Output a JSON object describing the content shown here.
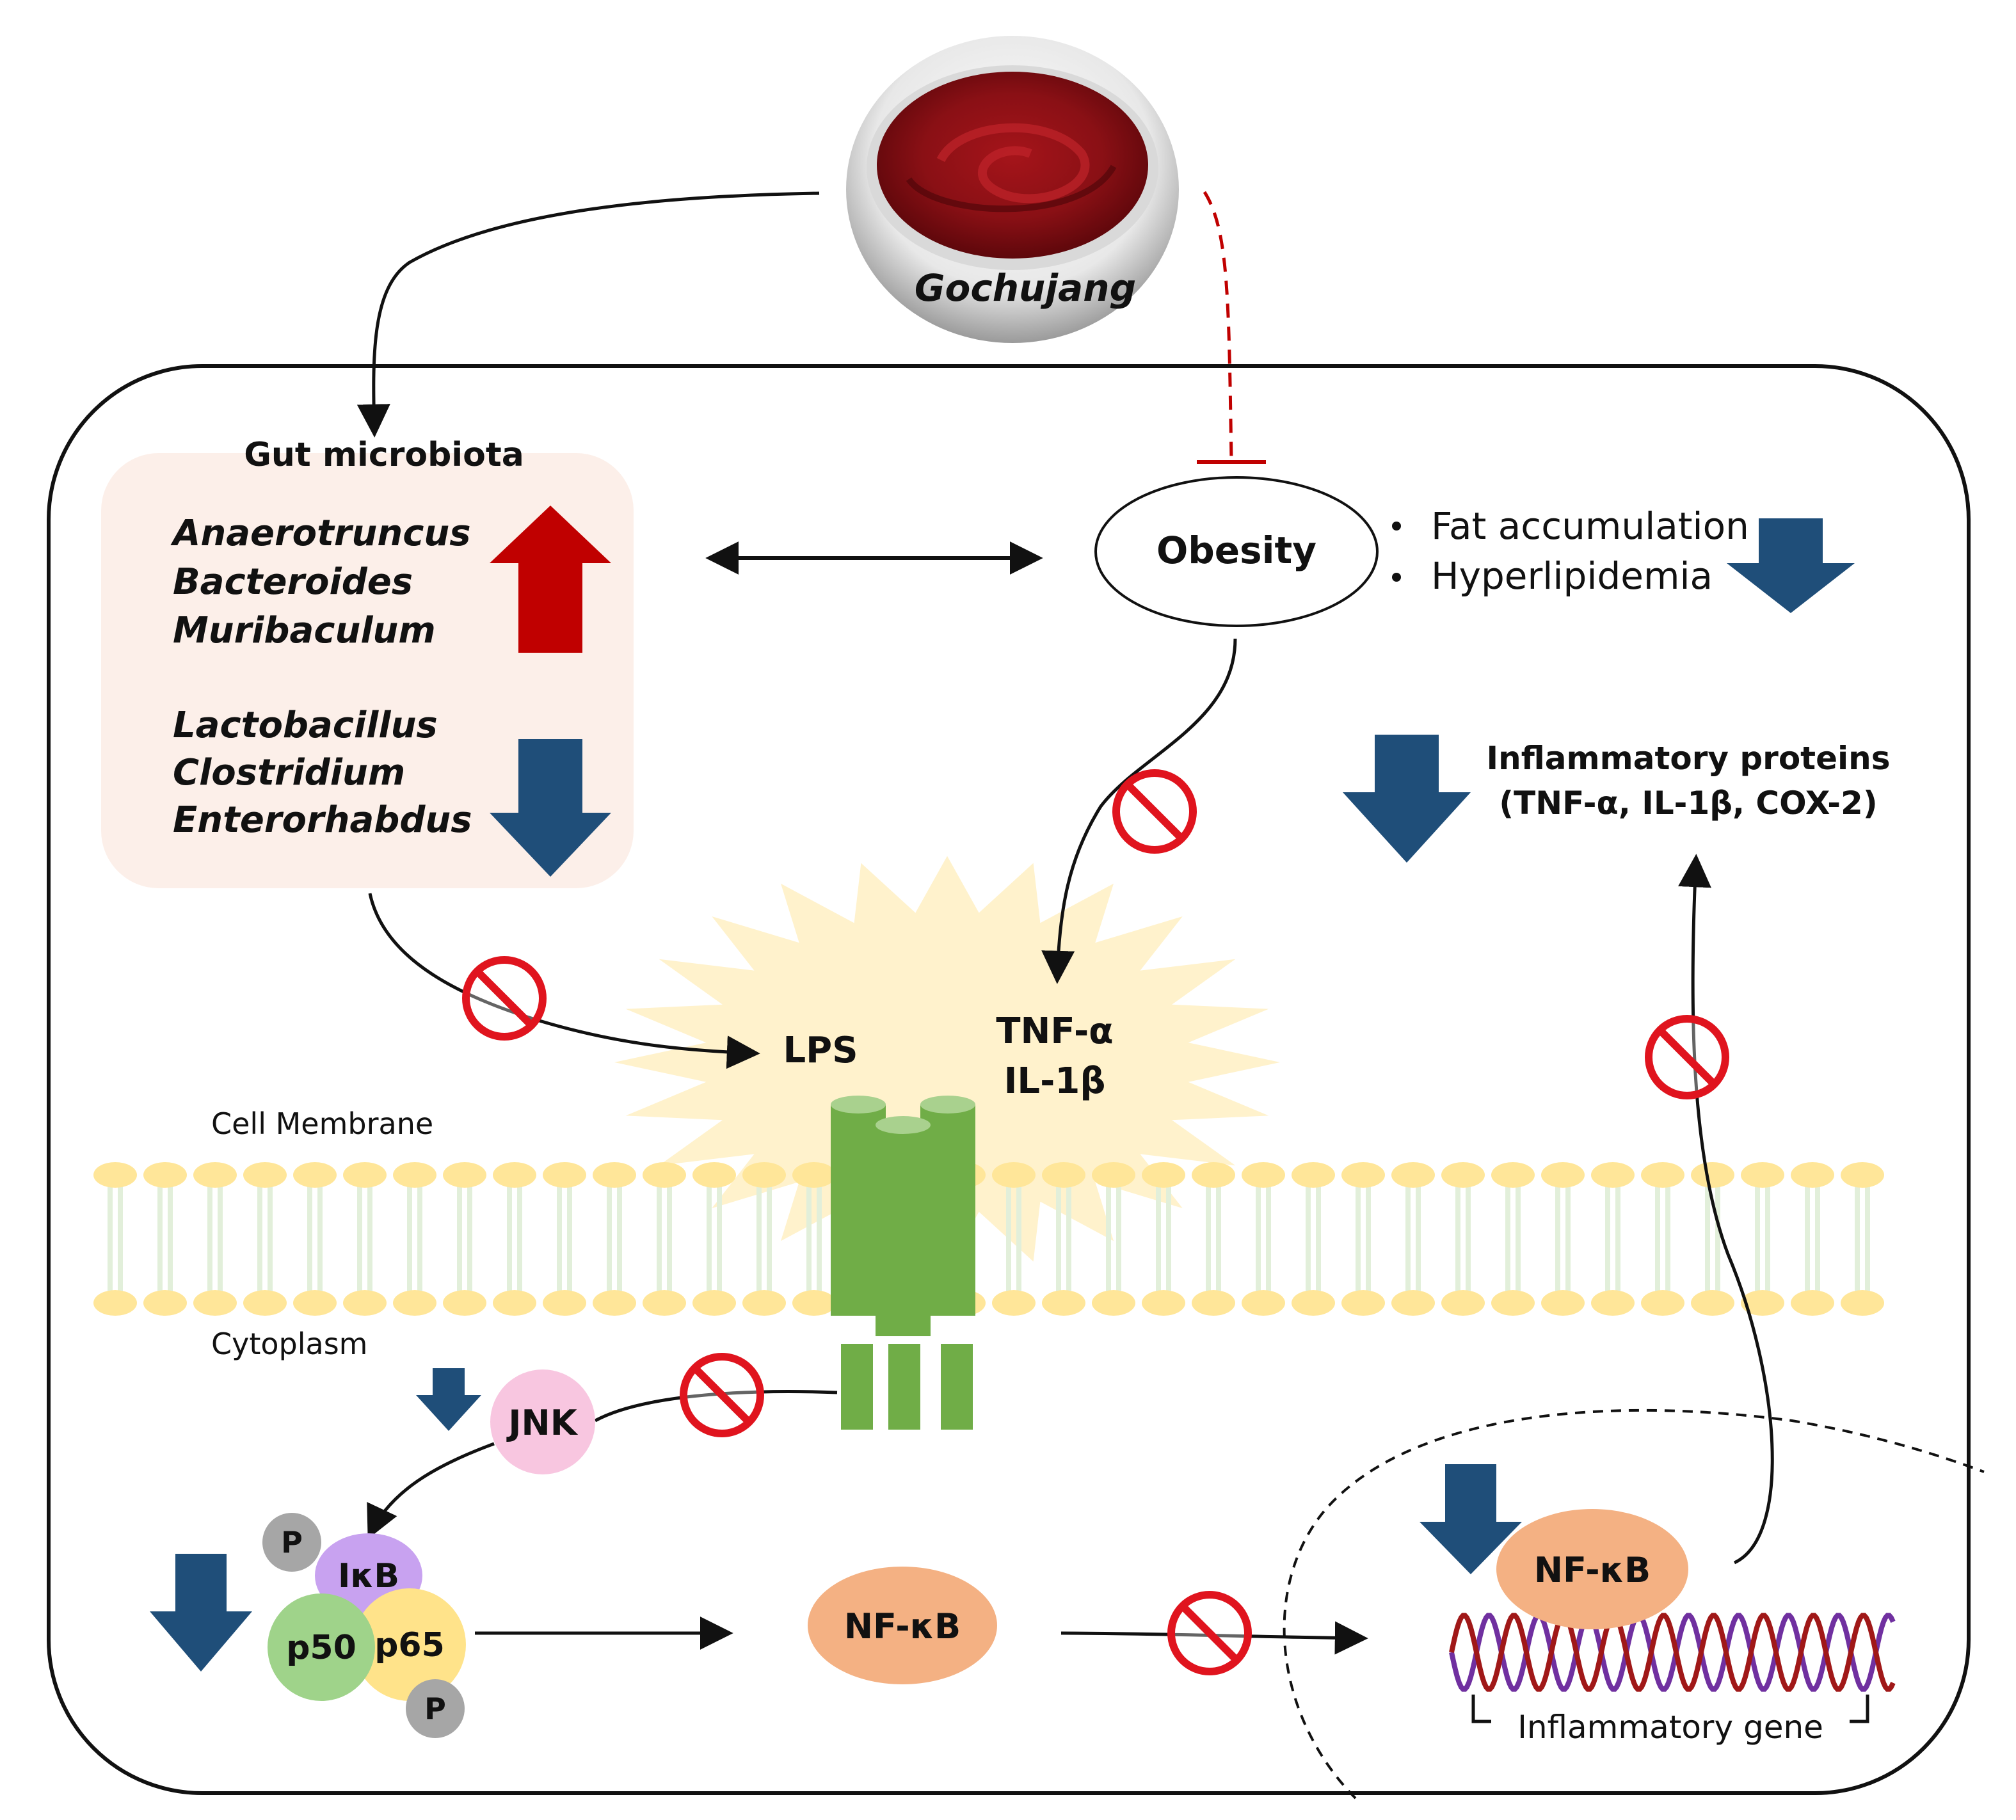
{
  "source": {
    "label": "Gochujang"
  },
  "gut": {
    "title": "Gut microbiota",
    "increased": [
      "Anaerotruncus",
      "Bacteroides",
      "Muribaculum"
    ],
    "decreased": [
      "Lactobacillus",
      "Clostridium",
      "Enterorhabdus"
    ]
  },
  "obesity": {
    "label": "Obesity",
    "effects": [
      "Fat accumulation",
      "Hyperlipidemia"
    ]
  },
  "inflammatory_proteins": {
    "title": "Inflammatory proteins",
    "list": "(TNF-α,  IL-1β, COX-2)"
  },
  "ligands": {
    "lps": "LPS",
    "tnf": "TNF-α",
    "il1b": "IL-1β"
  },
  "regions": {
    "membrane": "Cell Membrane",
    "cytoplasm": "Cytoplasm"
  },
  "signaling": {
    "jnk": "JNK",
    "phospho": "P",
    "ikb": "IκB",
    "p50": "p50",
    "p65": "p65",
    "nfkb": "NF-κB"
  },
  "nucleus": {
    "nfkb": "NF-κB",
    "gene": "Inflammatory  gene"
  },
  "colors": {
    "up_arrow": "#c00000",
    "down_arrow": "#1f4e79",
    "inhibit": "#e0141e",
    "receptor": "#70ad47",
    "lipid_head": "#ffe699",
    "lipid_tail": "#e2efda",
    "burst": "#fff2cc",
    "gut_panel": "#fcefe9",
    "jnk": "#f8c6e0",
    "ikb": "#c8a2f0",
    "p50": "#9fd38a",
    "p65": "#ffe38a",
    "nfkb": "#f4b183",
    "dna_a": "#7030a0",
    "dna_b": "#a01818"
  }
}
